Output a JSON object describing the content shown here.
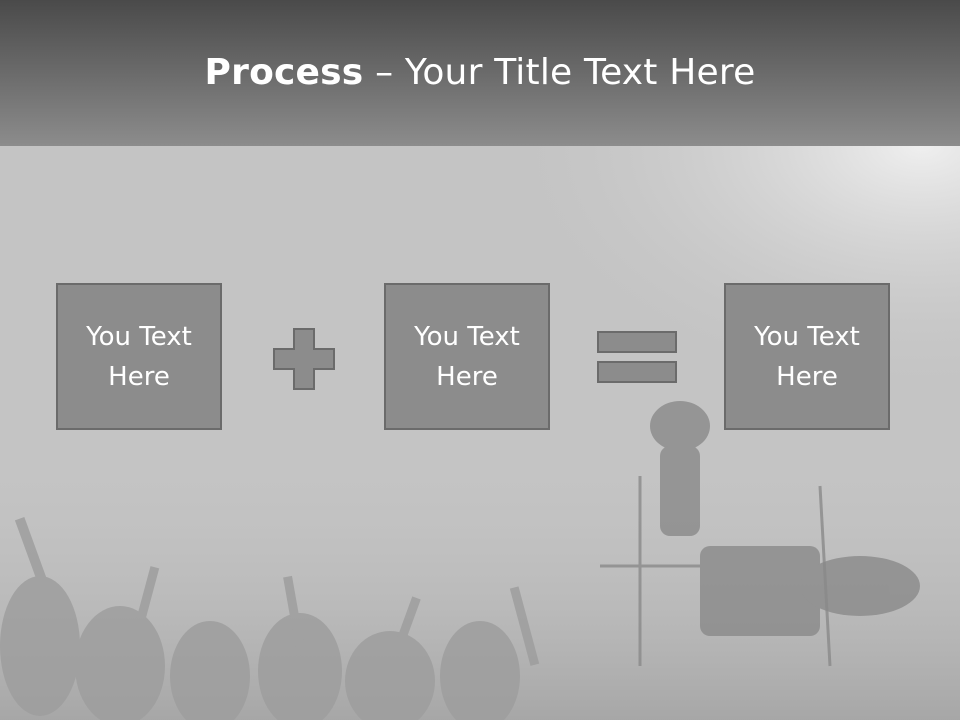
{
  "slide": {
    "title_bold": "Process",
    "title_rest": " – Your Title Text Here"
  },
  "steps": [
    {
      "text": "You Text Here"
    },
    {
      "text": "You Text Here"
    },
    {
      "text": "You Text Here"
    }
  ],
  "operators": [
    "plus-icon",
    "equals-icon"
  ],
  "colors": {
    "box_fill": "#8c8c8c",
    "box_border": "#6b6b6b",
    "background": "#c4c4c4",
    "title_text": "#ffffff"
  }
}
